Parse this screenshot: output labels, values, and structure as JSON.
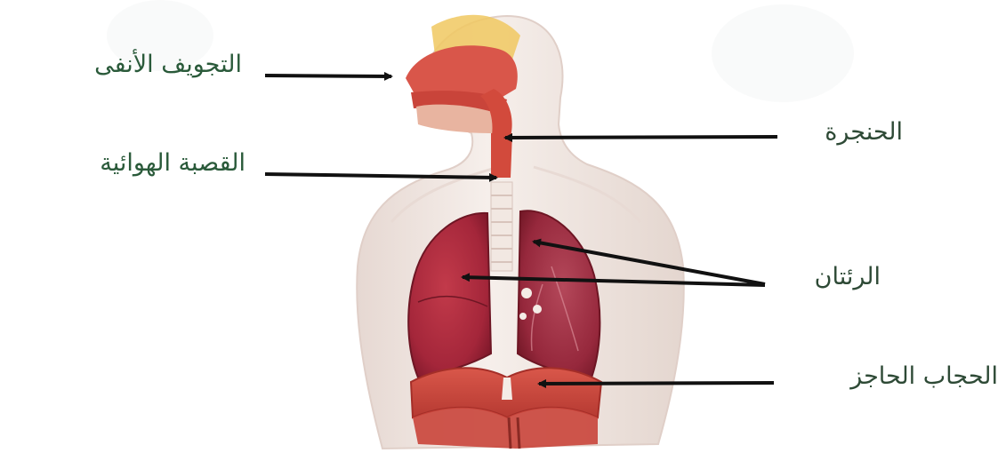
{
  "labels": {
    "nasal_cavity": "التجويف الأنفى",
    "trachea": "القصبة الهوائية",
    "larynx": "الحنجرة",
    "lungs": "الرئتان",
    "diaphragm": "الحجاب الحاجز"
  },
  "colors": {
    "skin": "#f3ebe6",
    "skin_shadow": "#e2d3cc",
    "lung": "#a8283a",
    "lung_dark": "#7e1828",
    "muscle": "#c9443a",
    "airway": "#d24a3c",
    "trachea_ring": "#f4ece6",
    "arrow": "#111111",
    "label_green": "#2a5a3a"
  }
}
